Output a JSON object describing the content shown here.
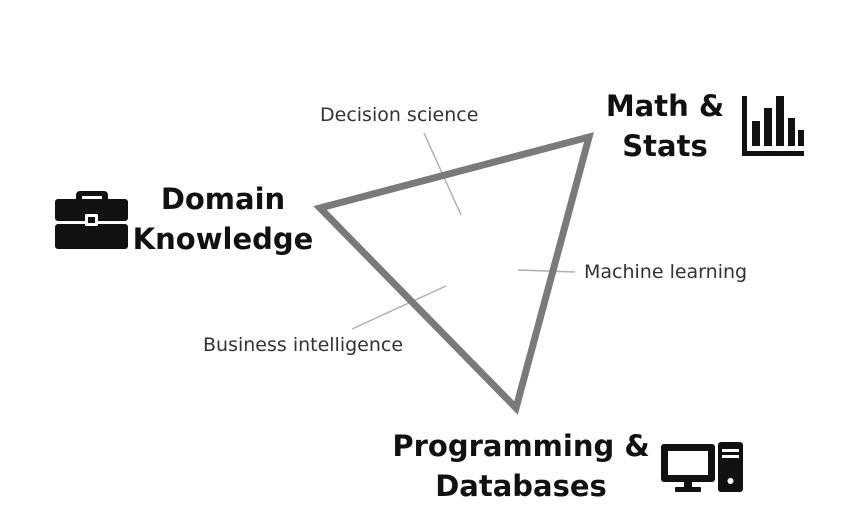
{
  "colors": {
    "triangle_stroke": "#7a7a7a",
    "pointer_line": "#b0b0b0",
    "icon_fill": "#111111",
    "vertex_text": "#111111",
    "edge_text": "#333333"
  },
  "vertices": {
    "domain": {
      "line1": "Domain",
      "line2": "Knowledge",
      "icon": "briefcase-icon"
    },
    "math": {
      "line1": "Math &",
      "line2": "Stats",
      "icon": "bar-chart-icon"
    },
    "programming": {
      "line1": "Programming &",
      "line2": "Databases",
      "icon": "computer-icon"
    }
  },
  "edges": {
    "domain_math": "Decision science",
    "math_programming": "Machine learning",
    "domain_programming": "Business intelligence"
  }
}
